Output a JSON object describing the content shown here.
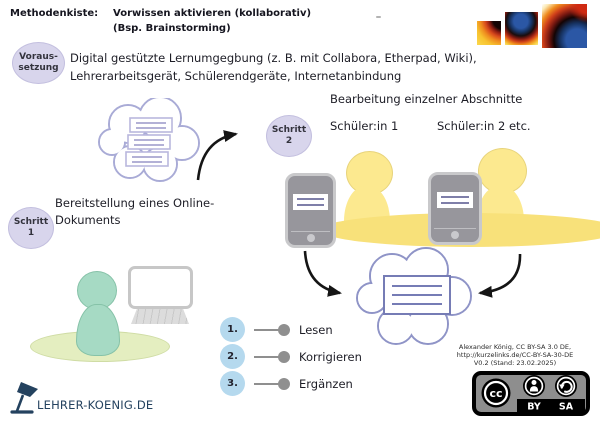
{
  "header": {
    "label": "Methodenkiste:",
    "title_line1": "Vorwissen aktivieren (kollaborativ)",
    "title_line2": "(Bsp. Brainstorming)"
  },
  "prerequisite": {
    "badge_line1": "Voraus-",
    "badge_line2": "setzung",
    "text_line1": "Digital gestützte Lernumgegbung (z. B. mit Collabora, Etherpad, Wiki),",
    "text_line2": "Lehrerarbeitsgerät, Schülerendgeräte, Internetanbindung"
  },
  "step1": {
    "badge_line1": "Schritt",
    "badge_line2": "1",
    "caption_line1": "Bereitstellung eines Online-",
    "caption_line2": "Dokuments"
  },
  "step2": {
    "badge_line1": "Schritt",
    "badge_line2": "2",
    "heading": "Bearbeitung einzelner Abschnitte",
    "student1_label": "Schüler:in 1",
    "student2_label": "Schüler:in 2 etc."
  },
  "process_steps": [
    {
      "num": "1.",
      "label": "Lesen"
    },
    {
      "num": "2.",
      "label": "Korrigieren"
    },
    {
      "num": "3.",
      "label": "Ergänzen"
    }
  ],
  "attribution": {
    "line1": "Alexander König, CC BY-SA 3.0 DE,",
    "line2": "http://kurzelinks.de/CC-BY-SA-30-DE",
    "line3": "V0.2 (Stand: 23.02.2025)"
  },
  "license": {
    "cc_label": "cc",
    "by_label": "BY",
    "sa_label": "SA"
  },
  "footer": {
    "site_label": "LEHRER-KOENIG.DE"
  },
  "colors": {
    "badge_lavender": "#d8d5ec",
    "step_circle_blue": "#b5d9ee",
    "person_yellow": "#fce98f",
    "table_yellow": "#f8e17a",
    "person_teal": "#a6dac4",
    "ground_green": "#e4eec0",
    "cloud_stroke": "#a9abd6",
    "tablet_gray": "#97969c",
    "brand_navy": "#24425f"
  },
  "icons": {
    "brand_logo": "three-gradient-squares",
    "cloud": "cloud-outline",
    "document": "lined-document",
    "tablet": "tablet-device",
    "person": "person-figure",
    "laptop": "laptop",
    "arrow": "curved-arrow",
    "lamp": "desk-lamp",
    "license": "cc-by-sa-badge"
  }
}
